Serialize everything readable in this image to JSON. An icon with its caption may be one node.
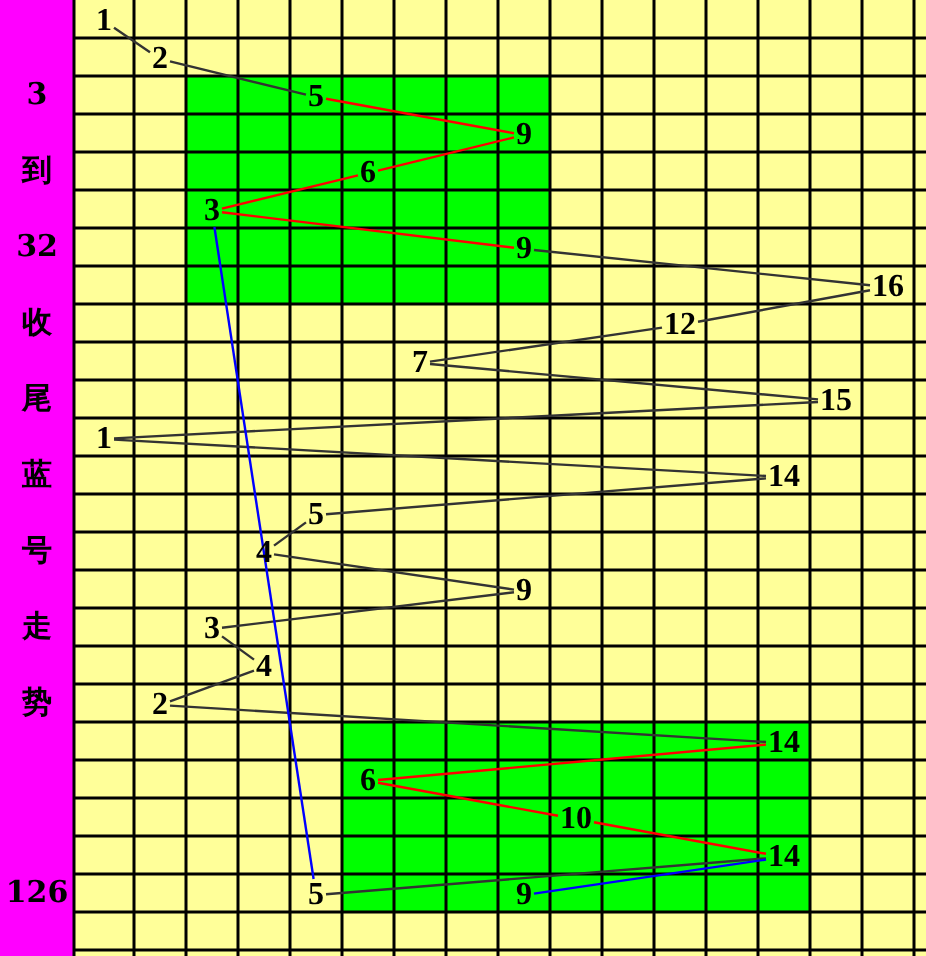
{
  "diagram": {
    "nodes": [
      {
        "text": [
          "1"
        ]
      },
      {
        "text": [
          "2"
        ]
      },
      {
        "text": [],
        "shape": "box"
      },
      {
        "text": [
          "5"
        ],
        "in": 2
      },
      {
        "text": [
          "9"
        ],
        "in": 2
      },
      {
        "text": [
          "6"
        ],
        "in": 2
      },
      {
        "text": [
          "3"
        ],
        "in": 2
      },
      {
        "text": [
          "9"
        ],
        "in": 2
      },
      {
        "text": [
          "16"
        ]
      },
      {
        "text": [
          "12"
        ]
      },
      {
        "text": [
          "7"
        ]
      },
      {
        "text": [
          "15"
        ]
      },
      {
        "text": [
          "1"
        ]
      },
      {
        "text": [
          "14"
        ]
      },
      {
        "text": [
          "5"
        ]
      },
      {
        "text": [
          "4"
        ]
      },
      {
        "text": [
          "9"
        ]
      },
      {
        "text": [
          "3"
        ]
      },
      {
        "text": [
          "4"
        ]
      },
      {
        "text": [
          "2"
        ]
      },
      {
        "text": [],
        "shape": "box"
      },
      {
        "text": [
          "14"
        ],
        "in": 20
      },
      {
        "text": [
          "6"
        ],
        "in": 20
      },
      {
        "text": [
          "10"
        ],
        "in": 20
      },
      {
        "text": [
          "14"
        ],
        "in": 20
      },
      {
        "text": [
          "5"
        ]
      },
      {
        "text": [
          "9"
        ],
        "in": 20
      }
    ],
    "edges": [
      {
        "from": 0,
        "to": 1,
        "arrow": "none"
      },
      {
        "from": 1,
        "to": 3,
        "arrow": "none"
      },
      {
        "from": 3,
        "to": 4,
        "arrow": "none",
        "color": "#ff0000"
      },
      {
        "from": 4,
        "to": 5,
        "arrow": "none",
        "color": "#ff0000"
      },
      {
        "from": 5,
        "to": 6,
        "arrow": "none",
        "color": "#ff0000"
      },
      {
        "from": 6,
        "to": 7,
        "arrow": "none",
        "color": "#ff0000"
      },
      {
        "from": 7,
        "to": 8,
        "arrow": "none"
      },
      {
        "from": 8,
        "to": 9,
        "arrow": "none"
      },
      {
        "from": 9,
        "to": 10,
        "arrow": "none"
      },
      {
        "from": 10,
        "to": 11,
        "arrow": "none"
      },
      {
        "from": 11,
        "to": 12,
        "arrow": "none"
      },
      {
        "from": 12,
        "to": 13,
        "arrow": "none"
      },
      {
        "from": 13,
        "to": 14,
        "arrow": "none"
      },
      {
        "from": 14,
        "to": 15,
        "arrow": "none"
      },
      {
        "from": 15,
        "to": 16,
        "arrow": "none"
      },
      {
        "from": 16,
        "to": 17,
        "arrow": "none"
      },
      {
        "from": 17,
        "to": 18,
        "arrow": "none"
      },
      {
        "from": 18,
        "to": 19,
        "arrow": "none"
      },
      {
        "from": 19,
        "to": 21,
        "arrow": "none"
      },
      {
        "from": 21,
        "to": 22,
        "arrow": "none",
        "color": "#ff0000"
      },
      {
        "from": 22,
        "to": 23,
        "arrow": "none",
        "color": "#ff0000"
      },
      {
        "from": 23,
        "to": 24,
        "arrow": "none",
        "color": "#ff0000"
      },
      {
        "from": 24,
        "to": 25,
        "arrow": "none"
      },
      {
        "from": 6,
        "to": 25,
        "arrow": "none",
        "color": "#0000ff"
      },
      {
        "from": 26,
        "to": 24,
        "arrow": "none",
        "color": "#0000ff"
      }
    ],
    "labels": [
      "3",
      "到",
      "32",
      "收",
      "尾",
      "蓝",
      "号",
      "走",
      "势",
      "126"
    ]
  }
}
